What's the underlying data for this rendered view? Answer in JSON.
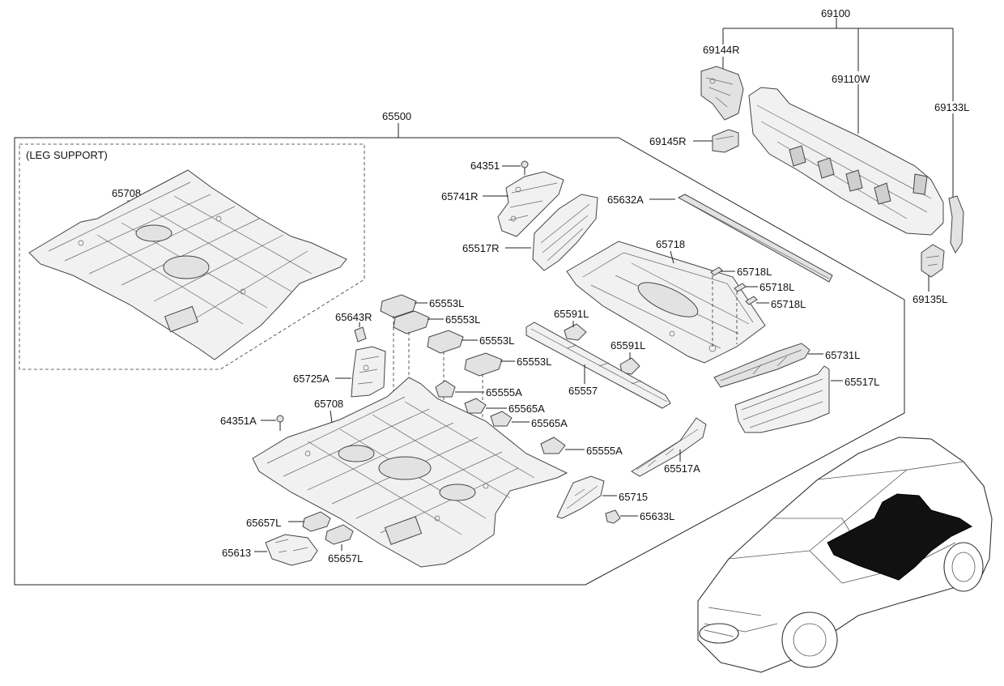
{
  "labels": {
    "assembly_69100": "69100",
    "p69144R": "69144R",
    "p69110W": "69110W",
    "p69133L": "69133L",
    "p69145R": "69145R",
    "p69135L": "69135L",
    "assembly_65500": "65500",
    "leg_support_title": "(LEG SUPPORT)",
    "p65708_leg": "65708",
    "p64351_top": "64351",
    "p65741R": "65741R",
    "p65632A": "65632A",
    "p65517R": "65517R",
    "p65718": "65718",
    "p65718L_1": "65718L",
    "p65718L_2": "65718L",
    "p65718L_3": "65718L",
    "p65553L_1": "65553L",
    "p65553L_2": "65553L",
    "p65553L_3": "65553L",
    "p65553L_4": "65553L",
    "p65643R": "65643R",
    "p65591L_1": "65591L",
    "p65591L_2": "65591L",
    "p65731L": "65731L",
    "p65725A": "65725A",
    "p65557": "65557",
    "p65517L": "65517L",
    "p65555A_1": "65555A",
    "p65565A_1": "65565A",
    "p65565A_2": "65565A",
    "p64351A": "64351A",
    "p65708_main": "65708",
    "p65555A_2": "65555A",
    "p65517A": "65517A",
    "p65715": "65715",
    "p65633L": "65633L",
    "p65657L_1": "65657L",
    "p65613": "65613",
    "p65657L_2": "65657L"
  }
}
